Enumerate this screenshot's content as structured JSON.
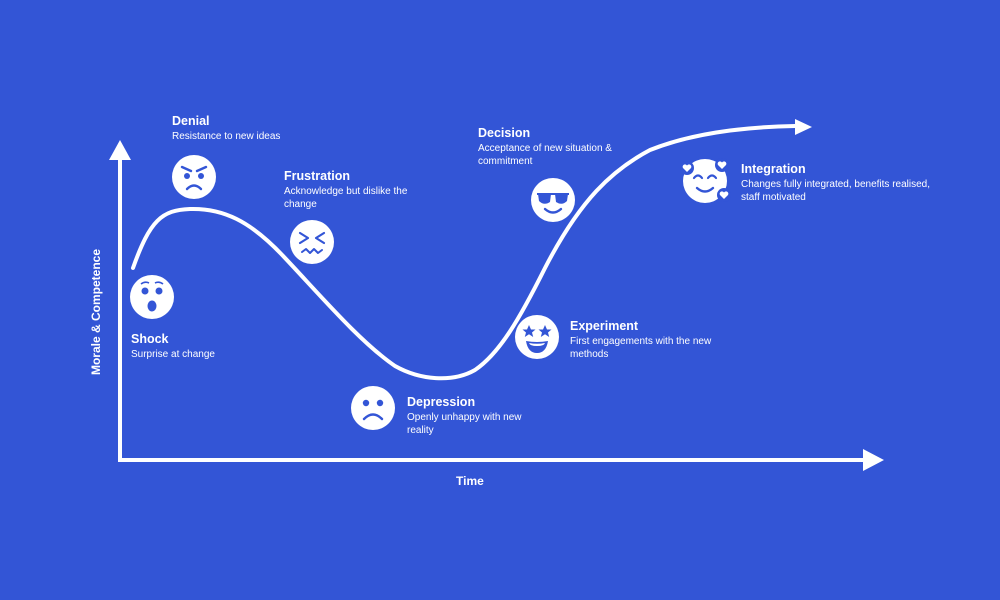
{
  "axes": {
    "x_label": "Time",
    "y_label": "Morale & Competence"
  },
  "stages": [
    {
      "key": "shock",
      "title": "Shock",
      "description": "Surprise at change",
      "icon": "surprised-face-icon"
    },
    {
      "key": "denial",
      "title": "Denial",
      "description": "Resistance to new ideas",
      "icon": "angry-face-icon"
    },
    {
      "key": "frustration",
      "title": "Frustration",
      "description": "Acknowledge but dislike the change",
      "icon": "confounded-face-icon"
    },
    {
      "key": "depression",
      "title": "Depression",
      "description": "Openly unhappy with new reality",
      "icon": "sad-face-icon"
    },
    {
      "key": "experiment",
      "title": "Experiment",
      "description": "First engagements with the new methods",
      "icon": "star-struck-face-icon"
    },
    {
      "key": "decision",
      "title": "Decision",
      "description": "Acceptance of new situation & commitment",
      "icon": "sunglasses-face-icon"
    },
    {
      "key": "integration",
      "title": "Integration",
      "description": "Changes fully integrated, benefits realised, staff motivated",
      "icon": "hearts-face-icon"
    }
  ],
  "colors": {
    "background": "#3355D6",
    "foreground": "#FFFFFF"
  }
}
